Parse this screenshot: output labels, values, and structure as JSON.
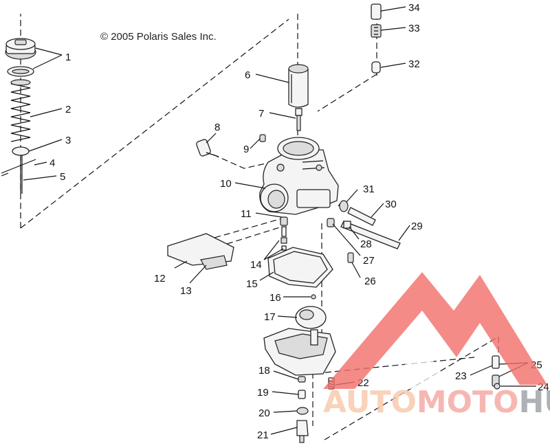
{
  "copyright": "© 2005 Polaris Sales Inc.",
  "callouts": [
    "1",
    "2",
    "3",
    "4",
    "5",
    "6",
    "7",
    "8",
    "9",
    "10",
    "11",
    "12",
    "13",
    "14",
    "15",
    "16",
    "17",
    "18",
    "19",
    "20",
    "21",
    "22",
    "23",
    "24",
    "25",
    "26",
    "27",
    "28",
    "29",
    "30",
    "31",
    "32",
    "33",
    "34"
  ],
  "watermark": {
    "part1": "AUTO",
    "part2": "MOTO",
    "part3": "HUB",
    "color_auto": "#f7c8a8",
    "color_moto": "#f4a6a0",
    "color_hub": "#9aa0a6",
    "triangle_color": "#f26f6a"
  }
}
